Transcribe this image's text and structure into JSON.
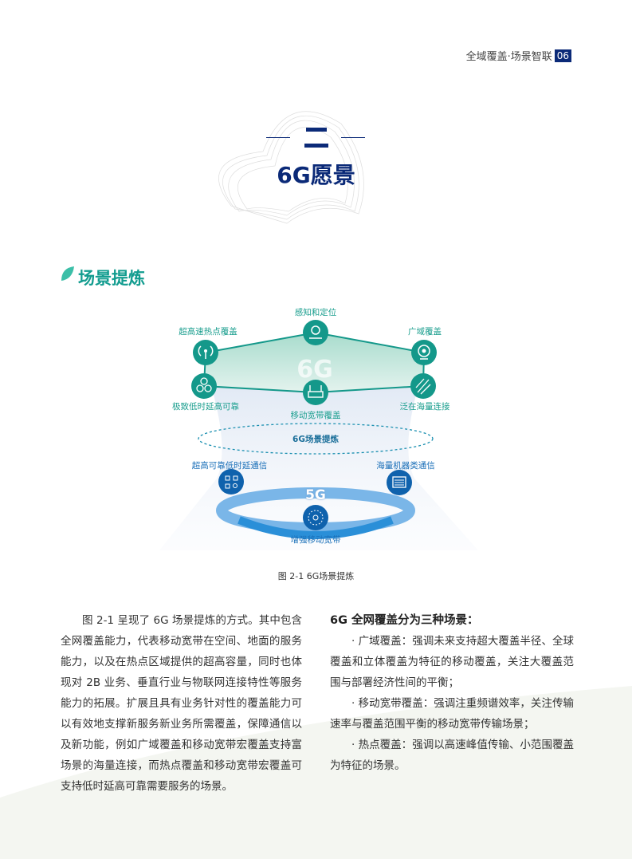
{
  "header": {
    "title": "全域覆盖·场景智联",
    "page": "06"
  },
  "chapter": {
    "number": "二",
    "title": "6G愿景"
  },
  "section": {
    "title": "场景提炼"
  },
  "figure": {
    "nodes_6g": {
      "top": "感知和定位",
      "left_top": "超高速热点覆盖",
      "right_top": "广域覆盖",
      "left_bottom": "极致低时延高可靠",
      "bottom": "移动宽带覆盖",
      "right_bottom": "泛在海量连接"
    },
    "center_label": "6G场景提炼",
    "nodes_5g": {
      "left": "超高可靠低时延通信",
      "right": "海量机器类通信",
      "bottom": "增强移动宽带"
    },
    "watermark_6g": "6G",
    "watermark_5g": "5G",
    "caption": "图 2-1  6G场景提炼",
    "colors": {
      "teal": "#14988a",
      "blue": "#0f62ad"
    }
  },
  "body": {
    "left_paragraph": "图 2-1 呈现了 6G 场景提炼的方式。其中包含全网覆盖能力，代表移动宽带在空间、地面的服务能力，以及在热点区域提供的超高容量，同时也体现对 2B 业务、垂直行业与物联网连接特性等服务能力的拓展。扩展且具有业务针对性的覆盖能力可以有效地支撑新服务新业务所需覆盖，保障通信以及新功能，例如广域覆盖和移动宽带宏覆盖支持富场景的海量连接，而热点覆盖和移动宽带宏覆盖可支持低时延高可靠需要服务的场景。",
    "right_heading": "6G 全网覆盖分为三种场景：",
    "right_items": [
      "· 广域覆盖：强调未来支持超大覆盖半径、全球覆盖和立体覆盖为特征的移动覆盖，关注大覆盖范围与部署经济性间的平衡；",
      "· 移动宽带覆盖：强调注重频谱效率，关注传输速率与覆盖范围平衡的移动宽带传输场景；",
      "· 热点覆盖：强调以高速峰值传输、小范围覆盖为特征的场景。"
    ]
  }
}
